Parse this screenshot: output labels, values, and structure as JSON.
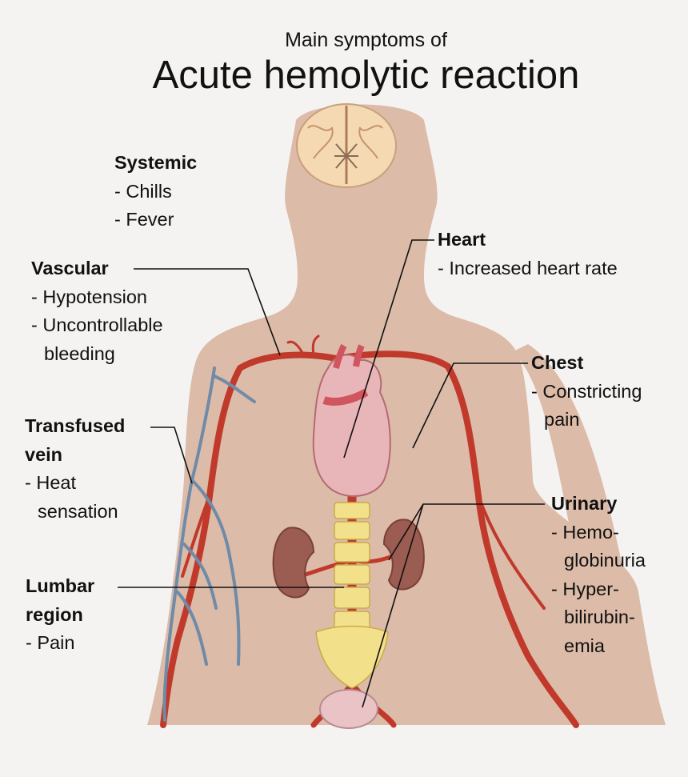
{
  "title": {
    "supertitle": "Main symptoms of",
    "main": "Acute hemolytic reaction"
  },
  "groups": {
    "systemic": {
      "heading": "Systemic",
      "items": [
        "- Chills",
        "- Fever"
      ]
    },
    "vascular": {
      "heading": "Vascular",
      "items": [
        "- Hypotension",
        "- Uncontrollable",
        "bleeding"
      ]
    },
    "transfused": {
      "heading": [
        "Transfused",
        "vein"
      ],
      "items": [
        "- Heat",
        "sensation"
      ]
    },
    "lumbar": {
      "heading": [
        "Lumbar",
        "region"
      ],
      "items": [
        "- Pain"
      ]
    },
    "heart": {
      "heading": "Heart",
      "items": [
        "- Increased heart rate"
      ]
    },
    "chest": {
      "heading": "Chest",
      "items": [
        "- Constricting",
        "pain"
      ]
    },
    "urinary": {
      "heading": "Urinary",
      "items": [
        "- Hemo-",
        "globinuria",
        "- Hyper-",
        "bilirubin-",
        "emia"
      ]
    }
  },
  "colors": {
    "background": "#f4f3f2",
    "body_skin": "#dcbba8",
    "artery": "#c0392b",
    "vein": "#6f8ba8",
    "heart": "#e8b5b8",
    "brain": "#f4d9b2",
    "spine": "#f3e08a",
    "kidney": "#9b5c52",
    "leader_line": "#111111"
  }
}
